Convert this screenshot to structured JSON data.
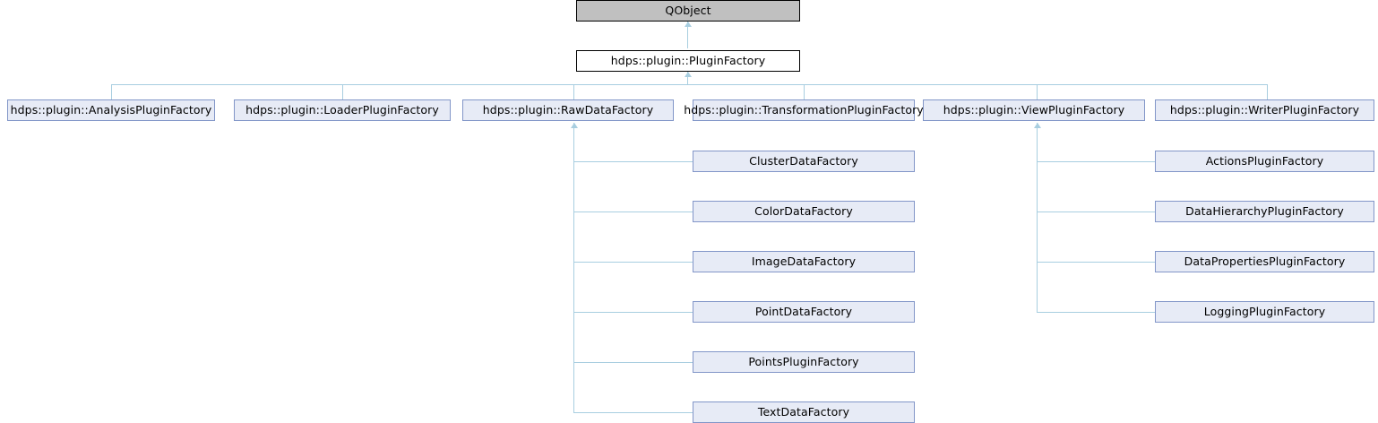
{
  "diagram": {
    "title": "QObject inheritance diagram",
    "type": "class-inheritance-graph",
    "colors": {
      "root_fill": "#c0c0c0",
      "root_border": "#000000",
      "base_fill": "#ffffff",
      "base_border": "#000000",
      "derived_fill": "#e7ebf6",
      "derived_border": "#8296c8",
      "edge": "#a8cee0",
      "background": "#ffffff",
      "text": "#000000"
    }
  },
  "nodes": {
    "root": {
      "label": "QObject"
    },
    "base": {
      "label": "hdps::plugin::PluginFactory"
    },
    "level2": [
      {
        "label": "hdps::plugin::AnalysisPluginFactory"
      },
      {
        "label": "hdps::plugin::LoaderPluginFactory"
      },
      {
        "label": "hdps::plugin::RawDataFactory"
      },
      {
        "label": "hdps::plugin::TransformationPluginFactory"
      },
      {
        "label": "hdps::plugin::ViewPluginFactory"
      },
      {
        "label": "hdps::plugin::WriterPluginFactory"
      }
    ],
    "rawdata_children": [
      {
        "label": "ClusterDataFactory"
      },
      {
        "label": "ColorDataFactory"
      },
      {
        "label": "ImageDataFactory"
      },
      {
        "label": "PointDataFactory"
      },
      {
        "label": "PointsPluginFactory"
      },
      {
        "label": "TextDataFactory"
      }
    ],
    "viewplugin_children": [
      {
        "label": "ActionsPluginFactory"
      },
      {
        "label": "DataHierarchyPluginFactory"
      },
      {
        "label": "DataPropertiesPluginFactory"
      },
      {
        "label": "LoggingPluginFactory"
      }
    ]
  }
}
